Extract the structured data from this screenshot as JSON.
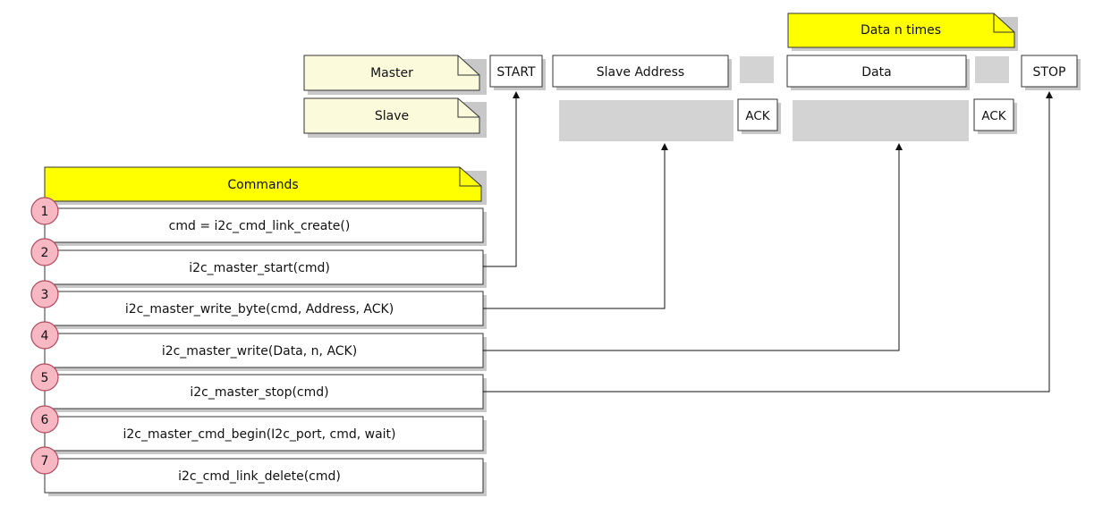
{
  "notes": {
    "master": "Master",
    "slave": "Slave",
    "data_n_times": "Data n times",
    "commands": "Commands"
  },
  "timeline": {
    "start": "START",
    "slave_address": "Slave Address",
    "data": "Data",
    "ack1": "ACK",
    "ack2": "ACK",
    "stop": "STOP"
  },
  "commands": [
    {
      "num": "1",
      "text": "cmd = i2c_cmd_link_create()"
    },
    {
      "num": "2",
      "text": "i2c_master_start(cmd)"
    },
    {
      "num": "3",
      "text": "i2c_master_write_byte(cmd, Address, ACK)"
    },
    {
      "num": "4",
      "text": "i2c_master_write(Data, n, ACK)"
    },
    {
      "num": "5",
      "text": "i2c_master_stop(cmd)"
    },
    {
      "num": "6",
      "text": "i2c_master_cmd_begin(I2c_port, cmd, wait)"
    },
    {
      "num": "7",
      "text": "i2c_cmd_link_delete(cmd)"
    }
  ],
  "colors": {
    "note_fill": "#fbfbdc",
    "yellow_note": "#ffff00",
    "gray_block": "#d3d3d3",
    "badge_fill": "#f7b8c4",
    "badge_stroke": "#b04a5c"
  }
}
